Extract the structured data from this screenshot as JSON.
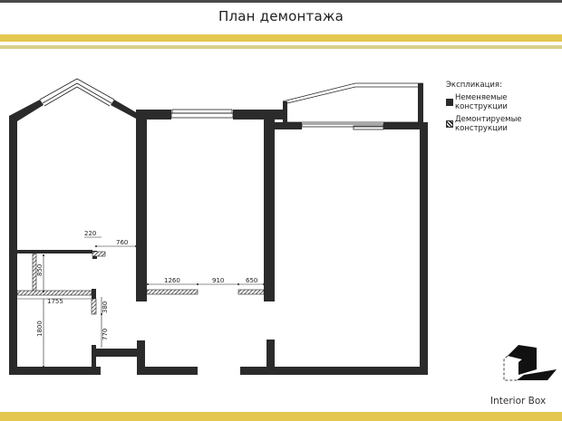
{
  "header": {
    "title": "План демонтажа"
  },
  "legend": {
    "title": "Экспликация:",
    "items": [
      {
        "label_line1": "Неменяемые",
        "label_line2": "конструкции",
        "swatch": "solid",
        "color": "#2b2b2b"
      },
      {
        "label_line1": "Демонтируемые",
        "label_line2": "конструкции",
        "swatch": "hatched",
        "color": "#222222"
      }
    ]
  },
  "dimensions": {
    "d220": "220",
    "d760": "760",
    "d850": "850",
    "d1755": "1755",
    "d380": "380",
    "d1800": "1800",
    "d770": "770",
    "d1260": "1260",
    "d910": "910",
    "d650": "650"
  },
  "brand": {
    "name": "Interior Box",
    "icon": "house-box-logo-icon"
  },
  "colors": {
    "accent_band": "#e3c74e",
    "accent_band_light": "#d8cf8e",
    "wall": "#2b2b2b",
    "top_border": "#4a4a4a"
  }
}
